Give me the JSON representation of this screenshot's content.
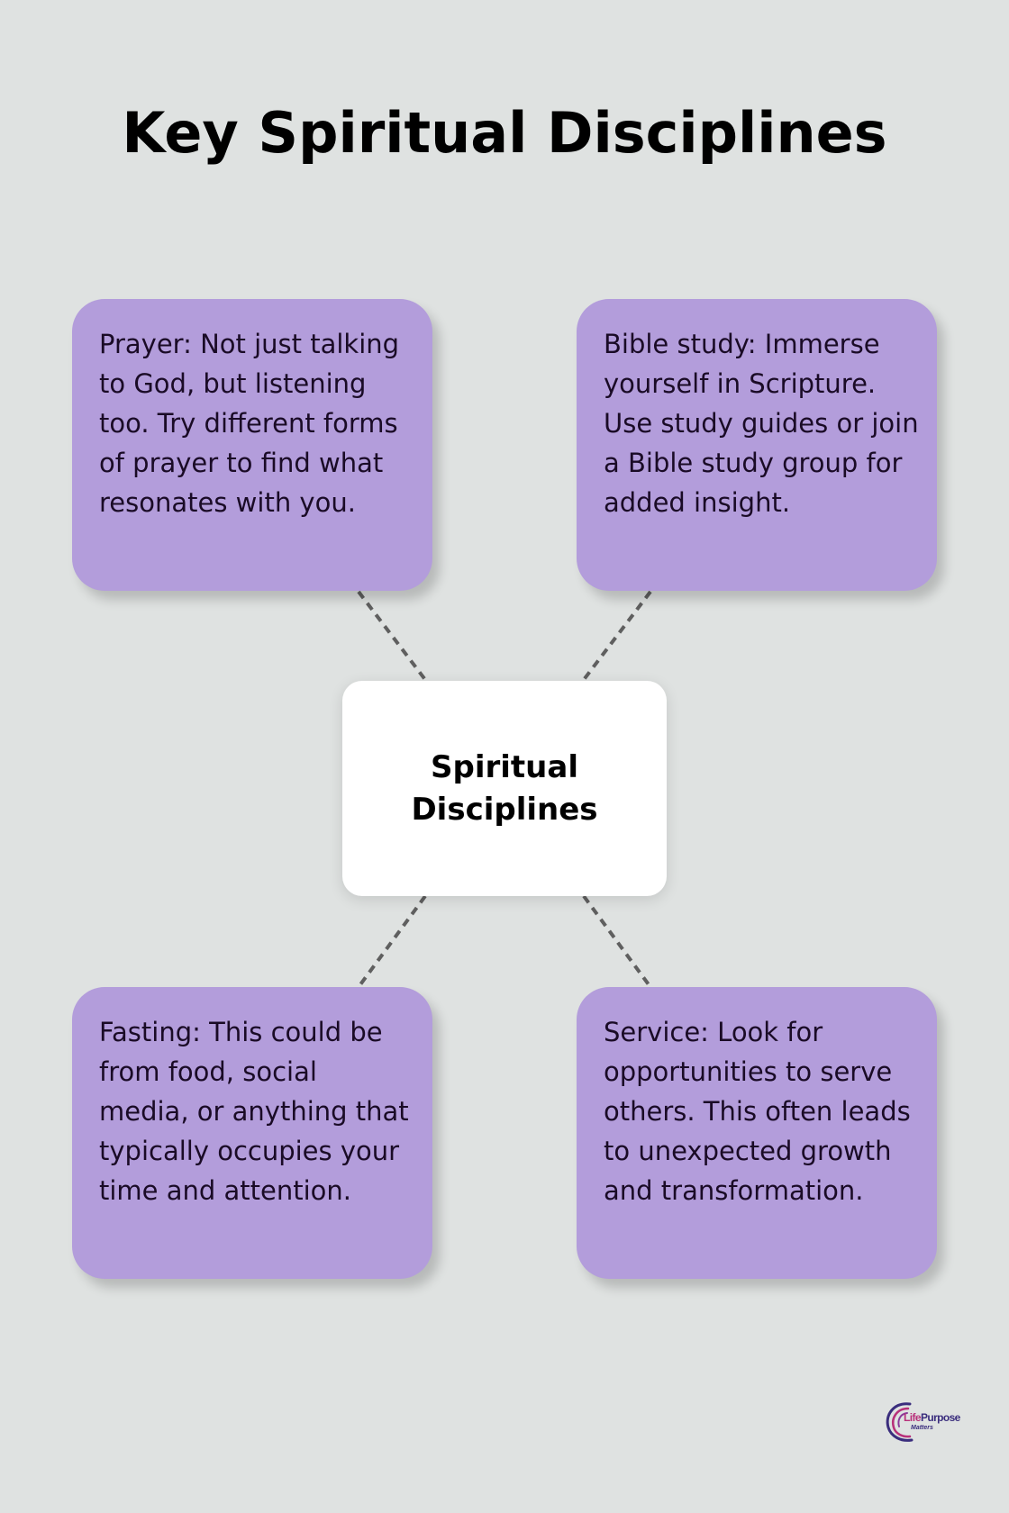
{
  "title": "Key Spiritual Disciplines",
  "center": {
    "label": "Spiritual Disciplines"
  },
  "cards": [
    {
      "position": "top-left",
      "text": "Prayer: Not just talking to God, but listening too. Try different forms of prayer to find what resonates with you."
    },
    {
      "position": "top-right",
      "text": "Bible study: Immerse yourself in Scripture. Use study guides or join a Bible study group for added insight."
    },
    {
      "position": "bottom-left",
      "text": "Fasting: This could be from food, social media, or anything that typically occupies your time and attention."
    },
    {
      "position": "bottom-right",
      "text": "Service: Look for opportunities to serve others. This often leads to unexpected growth and transformation."
    }
  ],
  "connectors": {
    "style": "dashed",
    "color": "#5f5f5f"
  },
  "colors": {
    "background": "#dfe2e1",
    "card": "#b39ddb",
    "center": "#ffffff",
    "text": "#1a0b26"
  },
  "logo": {
    "name_part1": "Life",
    "name_part2": "Purpose",
    "subtitle": "Matters",
    "icon": "swoosh-arcs-icon"
  }
}
